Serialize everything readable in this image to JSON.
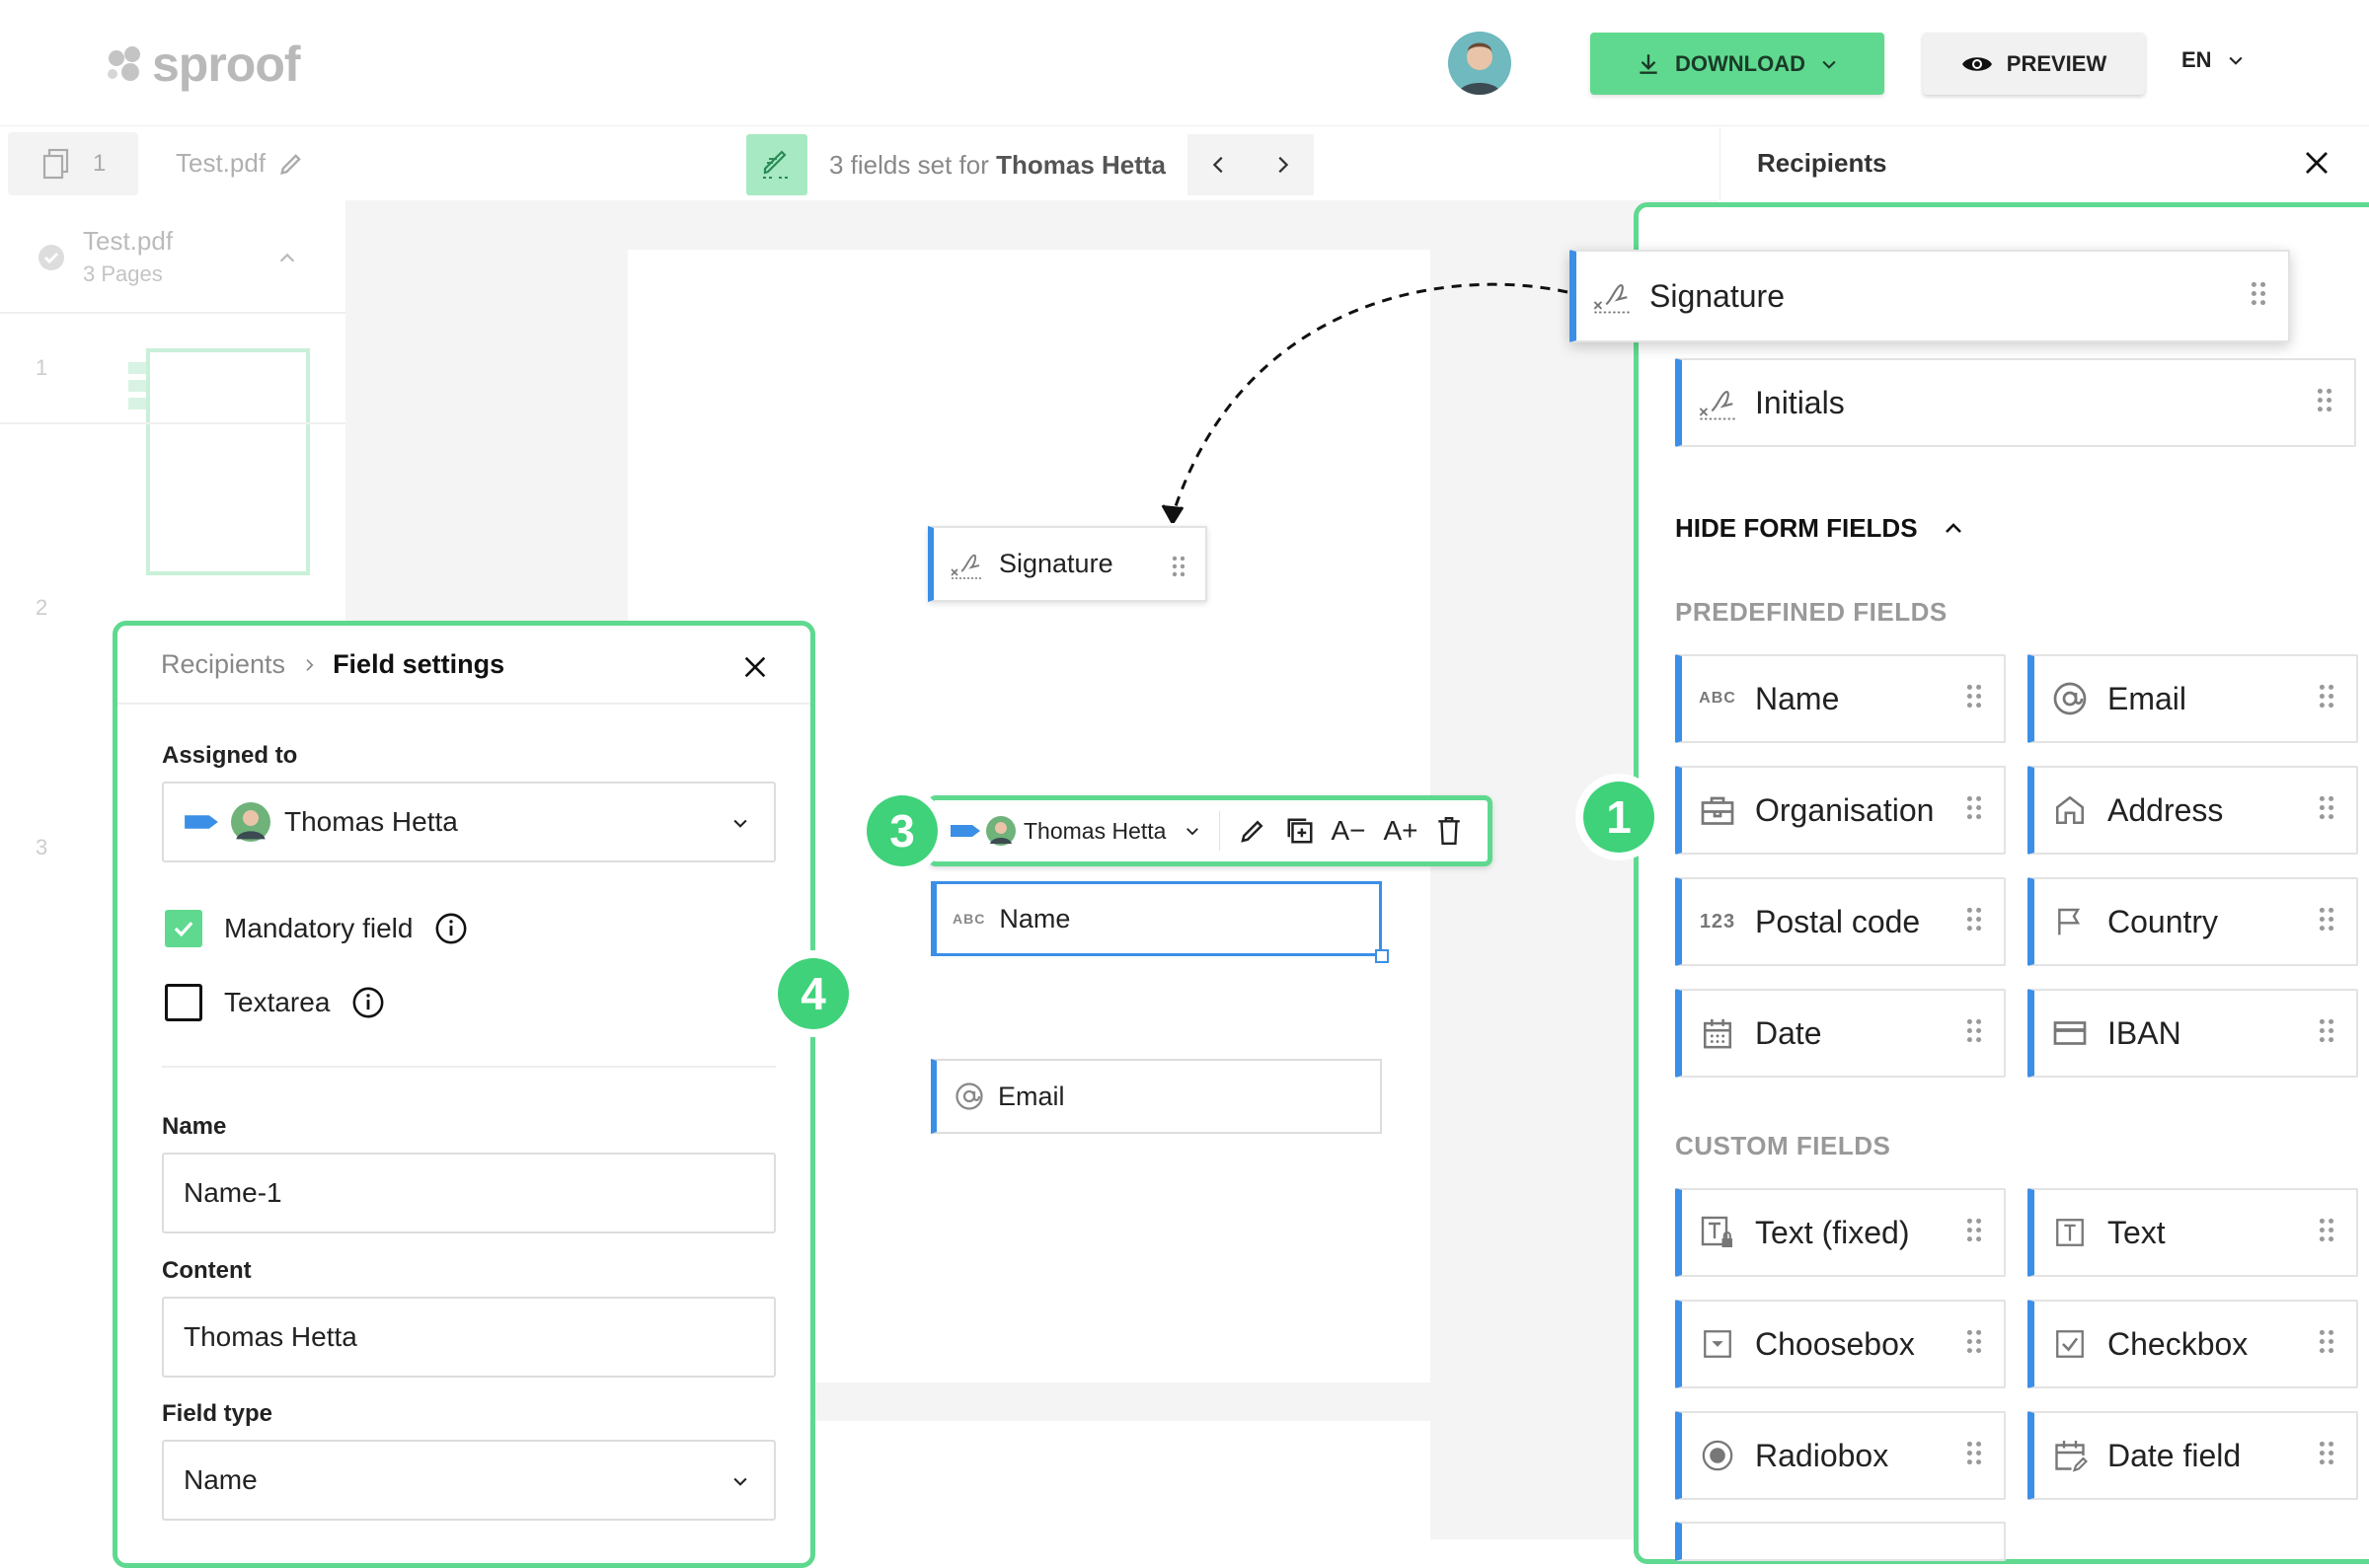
{
  "app": {
    "logo_text": "sproof"
  },
  "header": {
    "download_label": "DOWNLOAD",
    "preview_label": "PREVIEW",
    "language": "EN"
  },
  "toolbar": {
    "page_count": "1",
    "document_name": "Test.pdf",
    "fields_prefix": "3 fields set for",
    "recipient_name": "Thomas Hetta"
  },
  "sidebar": {
    "doc_title": "Test.pdf",
    "doc_pages": "3 Pages",
    "page_numbers": [
      "1",
      "2",
      "3"
    ]
  },
  "recipients_panel": {
    "title": "Recipients",
    "signature_field": "Signature",
    "initials_field": "Initials",
    "toggle_label": "HIDE FORM FIELDS",
    "predefined_label": "PREDEFINED FIELDS",
    "predefined": [
      "Name",
      "Email",
      "Organisation",
      "Address",
      "Postal code",
      "Country",
      "Date",
      "IBAN"
    ],
    "custom_label": "CUSTOM FIELDS",
    "custom": [
      "Text (fixed)",
      "Text",
      "Choosebox",
      "Checkbox",
      "Radiobox",
      "Date field"
    ]
  },
  "canvas": {
    "signature_field": "Signature",
    "toolbar_recipient": "Thomas Hetta",
    "name_field": "Name",
    "email_field": "Email",
    "toolbar_font_down": "A−",
    "toolbar_font_up": "A+"
  },
  "field_settings": {
    "breadcrumb_parent": "Recipients",
    "breadcrumb_current": "Field settings",
    "assigned_label": "Assigned to",
    "assigned_value": "Thomas Hetta",
    "mandatory_label": "Mandatory field",
    "mandatory_checked": true,
    "textarea_label": "Textarea",
    "textarea_checked": false,
    "name_label": "Name",
    "name_value": "Name-1",
    "content_label": "Content",
    "content_value": "Thomas Hetta",
    "fieldtype_label": "Field type",
    "fieldtype_value": "Name"
  },
  "badges": [
    "1",
    "3",
    "4"
  ],
  "colors": {
    "accent_green": "#5fd98f",
    "badge_green": "#3fd27a",
    "field_blue": "#3b8fe6"
  }
}
